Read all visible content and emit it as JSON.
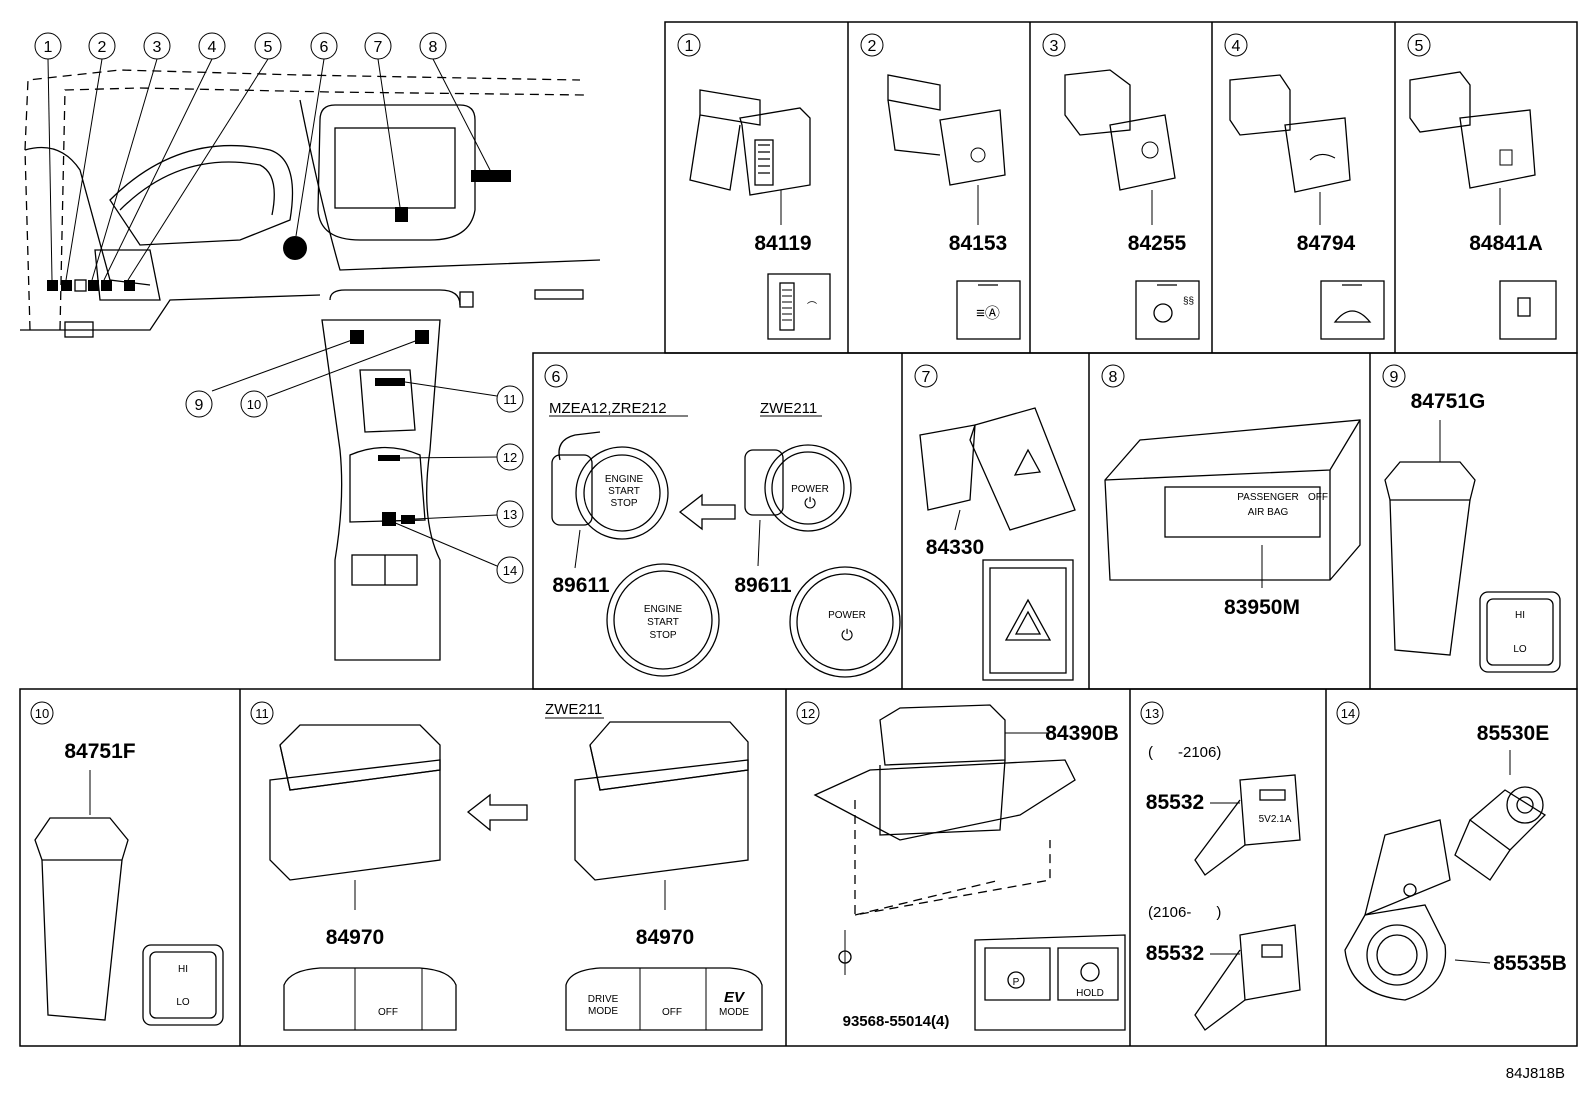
{
  "diagram_code": "84J818B",
  "overview": {
    "callouts": [
      "1",
      "2",
      "3",
      "4",
      "5",
      "6",
      "7",
      "8",
      "9",
      "10",
      "11",
      "12",
      "13",
      "14"
    ]
  },
  "panels": {
    "p1": {
      "index": "1",
      "part": "84119"
    },
    "p2": {
      "index": "2",
      "part": "84153"
    },
    "p3": {
      "index": "3",
      "part": "84255"
    },
    "p4": {
      "index": "4",
      "part": "84794"
    },
    "p5": {
      "index": "5",
      "part": "84841A"
    },
    "p6": {
      "index": "6",
      "variant_left": "MZEA12,ZRE212",
      "variant_right": "ZWE211",
      "part_left": "89611",
      "part_right": "89611",
      "btn_left": [
        "ENGINE",
        "START",
        "STOP"
      ],
      "btn_right": "POWER"
    },
    "p7": {
      "index": "7",
      "part": "84330"
    },
    "p8": {
      "index": "8",
      "part": "83950M",
      "airbag_text": [
        "PASSENGER",
        "AIR BAG"
      ],
      "off_text": "OFF"
    },
    "p9": {
      "index": "9",
      "part": "84751G",
      "hi": "HI",
      "lo": "LO"
    },
    "p10": {
      "index": "10",
      "part": "84751F",
      "hi": "HI",
      "lo": "LO"
    },
    "p11": {
      "index": "11",
      "variant": "ZWE211",
      "part_left": "84970",
      "part_right": "84970",
      "off": "OFF",
      "drive_mode": [
        "DRIVE",
        "MODE"
      ],
      "ev": "EV",
      "mode": "MODE"
    },
    "p12": {
      "index": "12",
      "part": "84390B",
      "screw": "93568-55014(4)",
      "p_label": "P",
      "hold": "HOLD"
    },
    "p13": {
      "index": "13",
      "range_top": "(      -2106)",
      "range_bottom": "(2106-      )",
      "part_top": "85532",
      "part_bottom": "85532",
      "usb_text": "5V2.1A"
    },
    "p14": {
      "index": "14",
      "part_top": "85530E",
      "part_bottom": "85535B"
    }
  }
}
